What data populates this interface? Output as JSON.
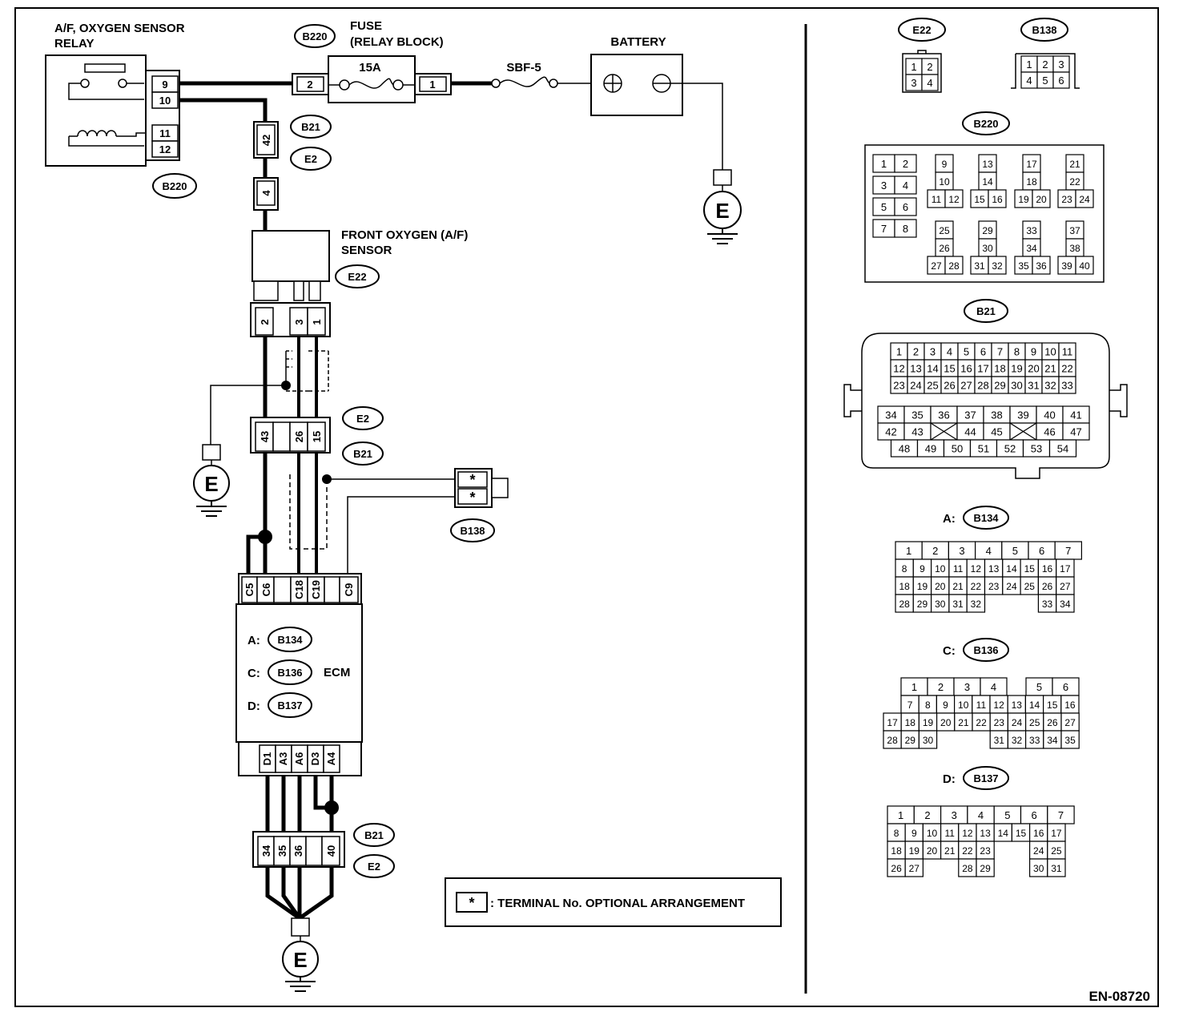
{
  "title_labels": {
    "relay": [
      "A/F, OXYGEN SENSOR",
      "RELAY"
    ],
    "fuse": [
      "FUSE",
      "(RELAY BLOCK)"
    ],
    "fuse_rating": "15A",
    "sbf": "SBF-5",
    "battery": "BATTERY",
    "sensor": [
      "FRONT OXYGEN (A/F)",
      "SENSOR"
    ],
    "ecm": "ECM",
    "ground": "E",
    "legend_star": "*",
    "legend_text": ": TERMINAL No. OPTIONAL ARRANGEMENT",
    "figure_id": "EN-08720"
  },
  "connector_tags": {
    "b220": "B220",
    "b21": "B21",
    "e2": "E2",
    "e22": "E22",
    "b138": "B138",
    "b134": "B134",
    "b136": "B136",
    "b137": "B137"
  },
  "ecm_prefixes": {
    "a": "A:",
    "c": "C:",
    "d": "D:"
  },
  "relay_pins": [
    "9",
    "10",
    "11",
    "12"
  ],
  "fuse_pins": {
    "left": "2",
    "right": "1"
  },
  "join42": "42",
  "join4": "4",
  "sensor_pins": [
    "2",
    "3",
    "1"
  ],
  "mid_pins": [
    "43",
    "26",
    "15"
  ],
  "b138_pins": [
    "*",
    "*"
  ],
  "ecm_top_pins": [
    "C5",
    "C6",
    "C18",
    "C19",
    "C9"
  ],
  "ecm_bottom_pins": [
    "D1",
    "A3",
    "A6",
    "D3",
    "A4"
  ],
  "ground_pins": [
    "34",
    "35",
    "36",
    "40"
  ],
  "e22_face": [
    [
      "1",
      "2"
    ],
    [
      "3",
      "4"
    ]
  ],
  "b138_face": [
    [
      "1",
      "2",
      "3"
    ],
    [
      "4",
      "5",
      "6"
    ]
  ],
  "b220_face": {
    "block": [
      [
        "1",
        "2"
      ],
      [
        "3",
        "4"
      ],
      [
        "5",
        "6"
      ],
      [
        "7",
        "8"
      ]
    ],
    "groups": [
      [
        "9",
        "10",
        "11",
        "12"
      ],
      [
        "13",
        "14",
        "15",
        "16"
      ],
      [
        "17",
        "18",
        "19",
        "20"
      ],
      [
        "21",
        "22",
        "23",
        "24"
      ],
      [
        "25",
        "26",
        "27",
        "28"
      ],
      [
        "29",
        "30",
        "31",
        "32"
      ],
      [
        "33",
        "34",
        "35",
        "36"
      ],
      [
        "37",
        "38",
        "39",
        "40"
      ]
    ]
  },
  "b21_face": {
    "rows_top": [
      [
        "1",
        "2",
        "3",
        "4",
        "5",
        "6",
        "7",
        "8",
        "9",
        "10",
        "11"
      ],
      [
        "12",
        "13",
        "14",
        "15",
        "16",
        "17",
        "18",
        "19",
        "20",
        "21",
        "22"
      ],
      [
        "23",
        "24",
        "25",
        "26",
        "27",
        "28",
        "29",
        "30",
        "31",
        "32",
        "33"
      ]
    ],
    "rows_bottom": [
      [
        "34",
        "35",
        "36",
        "37",
        "38",
        "39",
        "40",
        "41"
      ],
      [
        "42",
        "43",
        "X",
        "44",
        "45",
        "X",
        "46",
        "47"
      ],
      [
        "48",
        "49",
        "50",
        "51",
        "52",
        "53",
        "54"
      ]
    ]
  },
  "b134_face": [
    [
      "1",
      "2",
      "3",
      "4",
      "5",
      "6",
      "7"
    ],
    [
      "8",
      "9",
      "10",
      "11",
      "12",
      "13",
      "14",
      "15",
      "16",
      "17"
    ],
    [
      "18",
      "19",
      "20",
      "21",
      "22",
      "23",
      "24",
      "25",
      "26",
      "27"
    ],
    [
      "28",
      "29",
      "30",
      "31",
      "32",
      "",
      "",
      "",
      "33",
      "34"
    ]
  ],
  "b136_face": [
    [
      "1",
      "2",
      "3",
      "4",
      "",
      "5",
      "6"
    ],
    [
      "7",
      "8",
      "9",
      "10",
      "11",
      "12",
      "13",
      "14",
      "15",
      "16"
    ],
    [
      "17",
      "18",
      "19",
      "20",
      "21",
      "22",
      "23",
      "24",
      "25",
      "26",
      "27"
    ],
    [
      "28",
      "29",
      "30",
      "31",
      "32",
      "33",
      "34",
      "35"
    ]
  ],
  "b137_face": [
    [
      "1",
      "2",
      "3",
      "4",
      "5",
      "6",
      "7"
    ],
    [
      "8",
      "9",
      "10",
      "11",
      "12",
      "13",
      "14",
      "15",
      "16",
      "17"
    ],
    [
      "18",
      "19",
      "20",
      "21",
      "22",
      "23",
      "24",
      "25"
    ],
    [
      "26",
      "27",
      "28",
      "29",
      "30",
      "31"
    ]
  ]
}
